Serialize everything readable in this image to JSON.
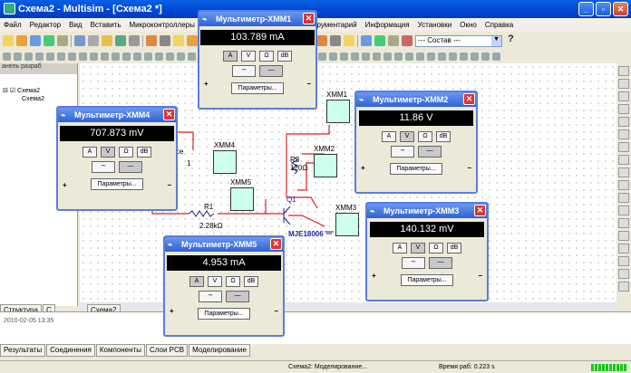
{
  "window": {
    "title": "Схема2 - Multisim - [Схема2 *]"
  },
  "menu": [
    "Файл",
    "Редактор",
    "Вид",
    "Вставить",
    "Микроконтроллеры",
    "струментарий",
    "Информация",
    "Установки",
    "Окно",
    "Справка"
  ],
  "toolbar": {
    "sostav": "--- Состав ---",
    "help": "?"
  },
  "leftpanel": {
    "header": "анель разраб",
    "tree_root": "Схема2",
    "tree_child": "Схема2"
  },
  "panel_tabs": [
    "Структура",
    "С"
  ],
  "canvas_tab": "Схема2",
  "log": "2010-02-05 13:35",
  "bottom_tabs": [
    "Результаты",
    "Соединения",
    "Компоненты",
    "Слои PCB",
    "Моделирование"
  ],
  "status": {
    "sim": "Схема2: Моделирование...",
    "time": "Время раб: 0.223 s"
  },
  "meters": [
    {
      "id": "xmm1",
      "title": "Мультиметр-XMM1",
      "value": "103.789 mA",
      "active": "A"
    },
    {
      "id": "xmm2",
      "title": "Мультиметр-XMM2",
      "value": "11.86 V",
      "active": "V"
    },
    {
      "id": "xmm3",
      "title": "Мультиметр-XMM3",
      "value": "140.132 mV",
      "active": "V"
    },
    {
      "id": "xmm4",
      "title": "Мультиметр-XMM4",
      "value": "707.873 mV",
      "active": "V"
    },
    {
      "id": "xmm5",
      "title": "Мультиметр-XMM5",
      "value": "4.953 mA",
      "active": "A"
    }
  ],
  "meter_buttons": [
    "A",
    "V",
    "Ω",
    "dB"
  ],
  "meter_params": "Параметры...",
  "schematic": {
    "r1": "R1",
    "r1v": "2.28kΩ",
    "r3": "R3",
    "r3v": "120Ω",
    "q1": "Q1",
    "q1m": "MJE18006",
    "src": "ce",
    "src2": "1",
    "x1": "XMM1",
    "x2": "XMM2",
    "x3": "XMM3",
    "x4": "XMM4",
    "x5": "XMM5"
  }
}
